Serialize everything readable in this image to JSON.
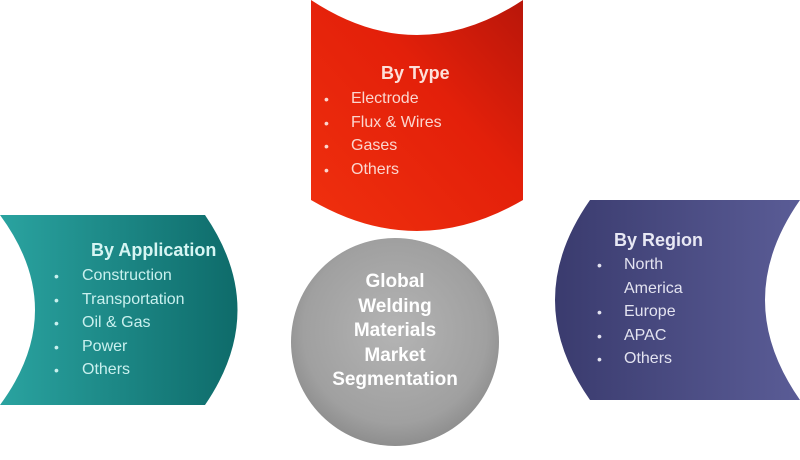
{
  "center_title": [
    "Global",
    "Welding",
    "Materials",
    "Market",
    "Segmentation"
  ],
  "segments": {
    "type": {
      "title": "By Type",
      "items": [
        "Electrode",
        "Flux & Wires",
        "Gases",
        "Others"
      ],
      "color": "#e8220a",
      "text_color": "#fbd6cf"
    },
    "application": {
      "title": "By Application",
      "items": [
        "Construction",
        "Transportation",
        "Oil & Gas",
        "Power",
        "Others"
      ],
      "color": "#1a8a88",
      "text_color": "#c9f0ee"
    },
    "region": {
      "title": "By Region",
      "items": [
        "North",
        "America",
        "Europe",
        "APAC",
        "Others"
      ],
      "color": "#4a4c80",
      "text_color": "#e3e3f0"
    }
  }
}
